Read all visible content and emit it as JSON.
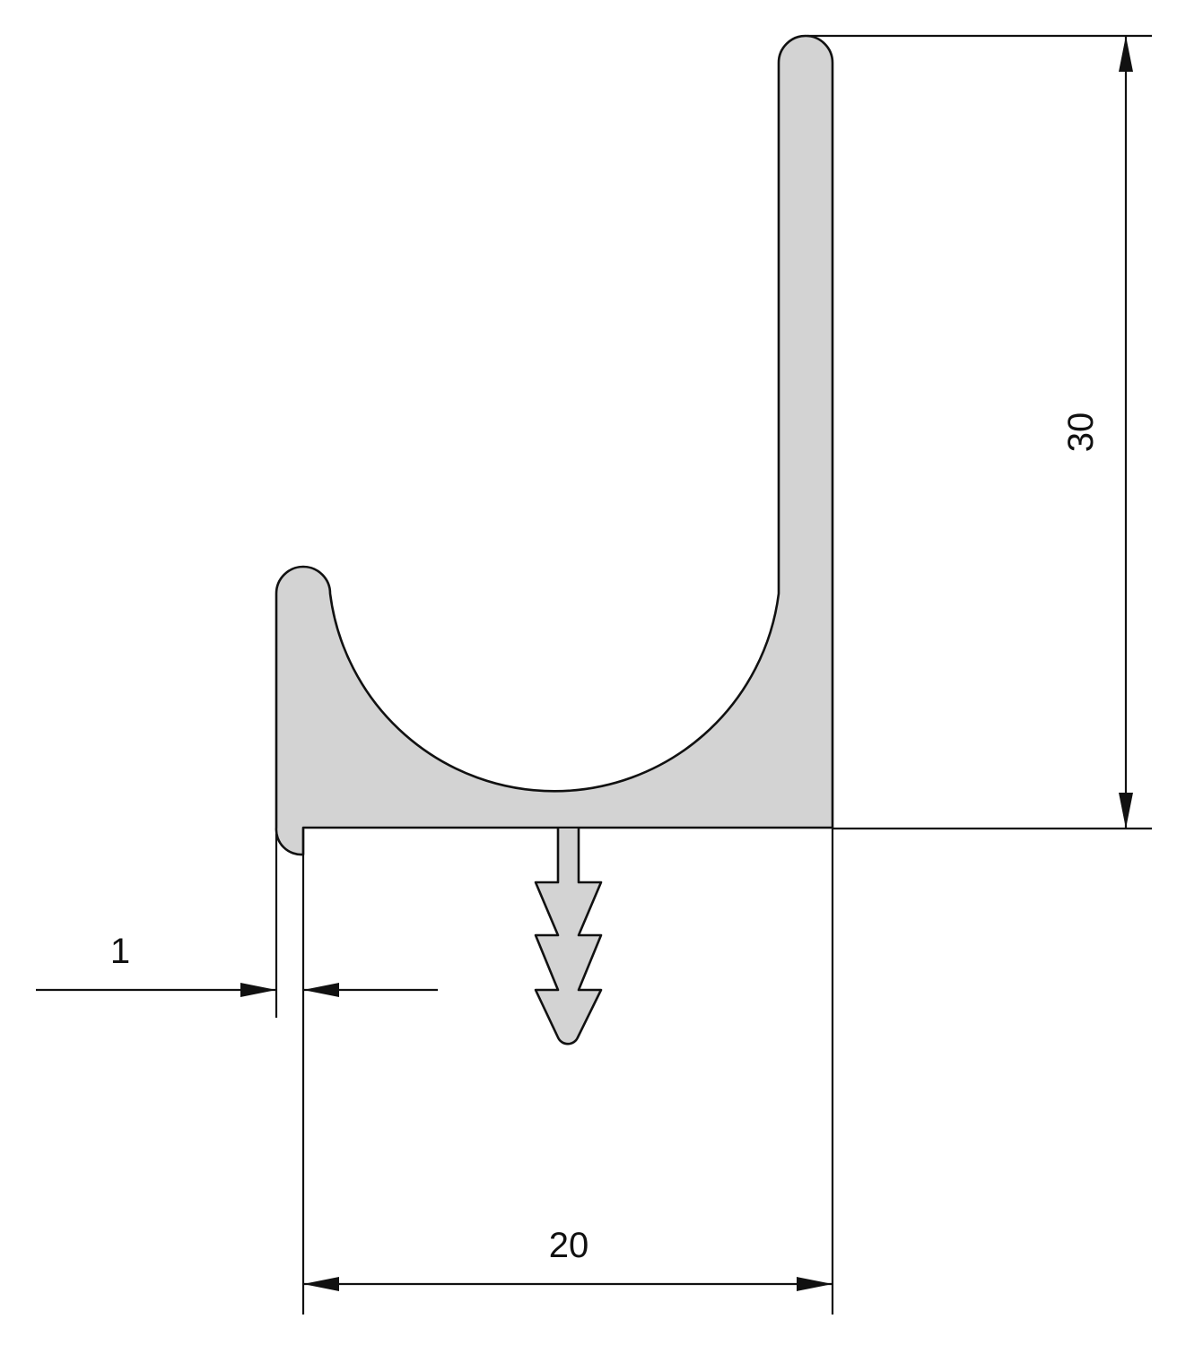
{
  "drawing": {
    "dimensions": {
      "height": "30",
      "width": "20",
      "thickness": "1"
    },
    "colors": {
      "profile_fill": "#d3d3d3",
      "line": "#111111",
      "background": "#ffffff"
    }
  }
}
